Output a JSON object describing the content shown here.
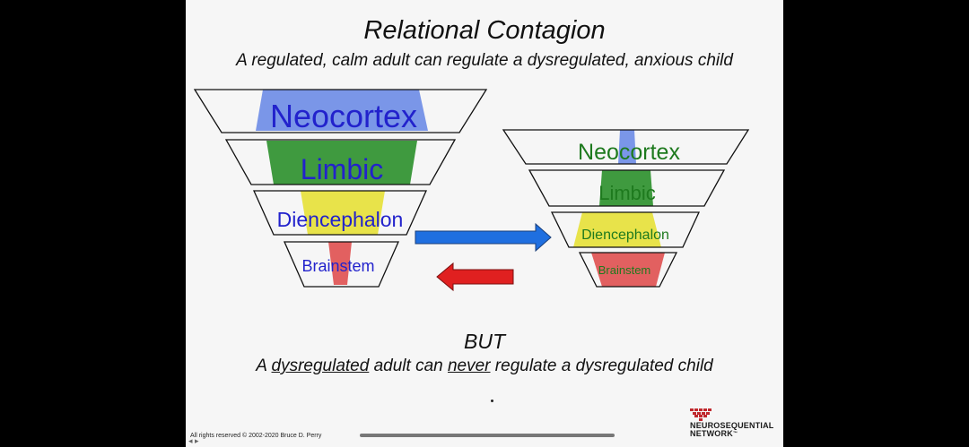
{
  "slide": {
    "title": "Relational Contagion",
    "subtitle": "A regulated, calm adult can regulate a dysregulated, anxious child",
    "left_pyramid": {
      "layers": [
        {
          "label": "Neocortex",
          "color": "#7a96e8",
          "text_color": "#2222cc"
        },
        {
          "label": "Limbic",
          "color": "#3f9a3f",
          "text_color": "#2222cc"
        },
        {
          "label": "Diencephalon",
          "color": "#e8e34a",
          "text_color": "#2222cc"
        },
        {
          "label": "Brainstem",
          "color": "#e26060",
          "text_color": "#2222cc"
        }
      ]
    },
    "right_pyramid": {
      "layers": [
        {
          "label": "Neocortex",
          "color": "#7a96e8",
          "text_color": "#1e7a1e"
        },
        {
          "label": "Limbic",
          "color": "#3f9a3f",
          "text_color": "#1e7a1e"
        },
        {
          "label": "Diencephalon",
          "color": "#e8e34a",
          "text_color": "#1e7a1e"
        },
        {
          "label": "Brainstem",
          "color": "#e26060",
          "text_color": "#1e7a1e"
        }
      ]
    },
    "arrows": {
      "right_color": "#1f6fe0",
      "left_color": "#e02020"
    },
    "but": "BUT",
    "bottom": {
      "prefix": "A ",
      "word1": "dysregulated",
      "middle": " adult can ",
      "word2": "never",
      "suffix": " regulate a dysregulated child"
    },
    "copyright": "All rights reserved © 2002-2020 Bruce D. Perry",
    "logo": {
      "line1": "NEUROSEQUENTIAL",
      "line2": "NETWORK",
      "tm": "™",
      "color": "#c0282d"
    }
  }
}
